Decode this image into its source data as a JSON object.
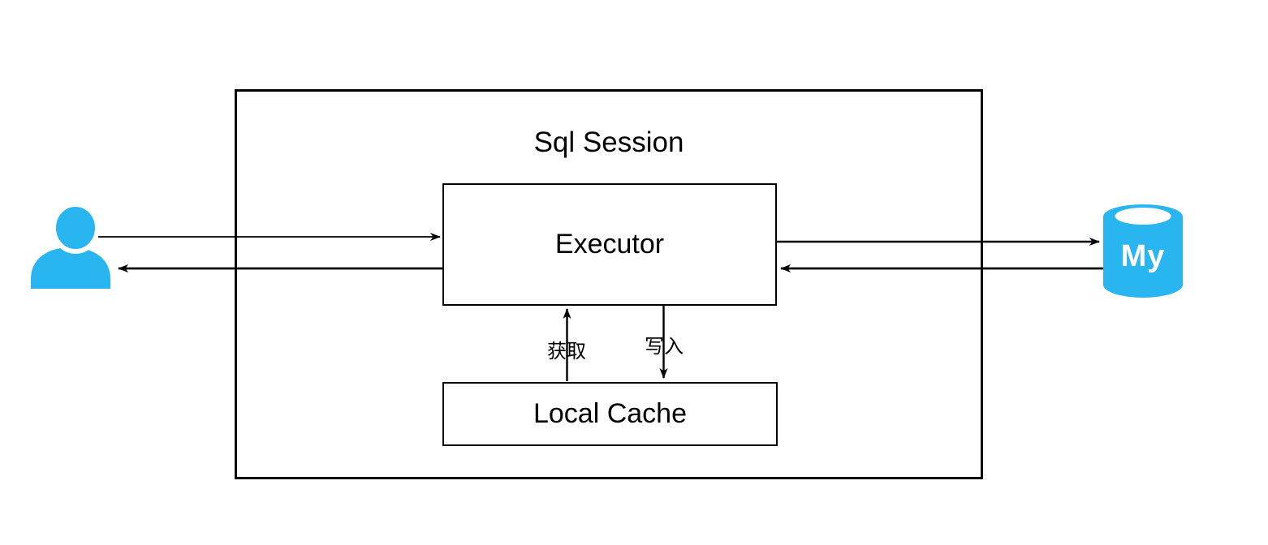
{
  "diagram": {
    "container": {
      "title": "Sql Session"
    },
    "nodes": {
      "user": {
        "icon": "user-icon"
      },
      "executor": {
        "label": "Executor"
      },
      "local_cache": {
        "label": "Local Cache"
      },
      "mysql": {
        "icon": "database-icon",
        "label": "My"
      }
    },
    "edges": [
      {
        "from": "user",
        "to": "executor",
        "direction": "right",
        "label": ""
      },
      {
        "from": "executor",
        "to": "user",
        "direction": "left",
        "label": ""
      },
      {
        "from": "executor",
        "to": "mysql",
        "direction": "right",
        "label": ""
      },
      {
        "from": "mysql",
        "to": "executor",
        "direction": "left",
        "label": ""
      },
      {
        "from": "local_cache",
        "to": "executor",
        "direction": "up",
        "label": "获取"
      },
      {
        "from": "executor",
        "to": "local_cache",
        "direction": "down",
        "label": "写入"
      }
    ],
    "palette": {
      "icon_cyan": "#29B6F0",
      "line_black": "#000000",
      "background": "#FFFFFF"
    }
  }
}
